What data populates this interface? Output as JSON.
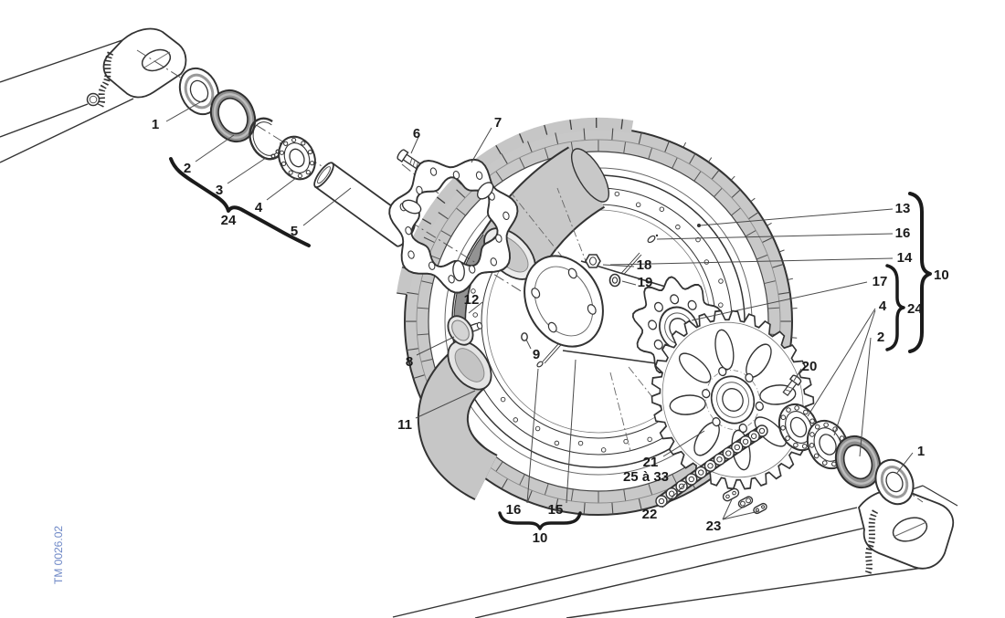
{
  "document": {
    "code": "TM 0026.02",
    "code_color": "#6d87c6"
  },
  "colors": {
    "line": "#333333",
    "part_fill": "#ffffff",
    "tire_gray": "#c8c8c8",
    "dark_ring_gray": "#8e8e8e",
    "rim_band_gray": "#939393",
    "label_color": "#1b1b1b"
  },
  "callouts": {
    "left_1": "1",
    "left_2": "2",
    "left_3": "3",
    "left_4": "4",
    "left_5": "5",
    "bracket_left_24": "24",
    "bolt_6": "6",
    "disc_7": "7",
    "rim_lock_8": "8",
    "nipple_9": "9",
    "group_10_bottom": "10",
    "tube_11": "11",
    "rim_band_12": "12",
    "spoke_13": "13",
    "spoke_14": "14",
    "spoke_15": "15",
    "nipple_16_bottom": "16",
    "nipple_16_right": "16",
    "hub_17": "17",
    "nut_18": "18",
    "washer_19": "19",
    "bolt_20": "20",
    "sprocket_21": "21",
    "sprocket_range_25_33": "25 à 33",
    "chain_22": "22",
    "links_23": "23",
    "group_10_right": "10",
    "bracket_right_24": "24",
    "right_4": "4",
    "right_2": "2",
    "right_1": "1"
  }
}
